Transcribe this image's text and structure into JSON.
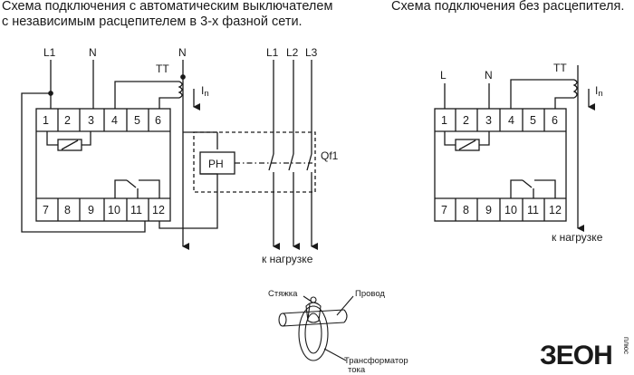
{
  "titles": {
    "left_line1": "Схема подключения с автоматическим выключателем",
    "left_line2": "с независимым расцепителем в 3-х фазной сети.",
    "right_line1": "Схема подключения без расцепителя."
  },
  "left_diagram": {
    "terminal_labels": [
      "L1",
      "N"
    ],
    "tt_label": "TT",
    "tt_neutral": "N",
    "current_label": "I",
    "current_sub": "n",
    "top_terminals": [
      "1",
      "2",
      "3",
      "4",
      "5",
      "6"
    ],
    "bottom_terminals": [
      "7",
      "8",
      "9",
      "10",
      "11",
      "12"
    ],
    "phase_labels": [
      "L1",
      "L2",
      "L3"
    ],
    "release_label": "РН",
    "breaker_label": "Qf1",
    "load_label": "к нагрузке"
  },
  "right_diagram": {
    "terminal_labels": [
      "L",
      "N"
    ],
    "tt_label": "TT",
    "current_label": "I",
    "current_sub": "n",
    "top_terminals": [
      "1",
      "2",
      "3",
      "4",
      "5",
      "6"
    ],
    "bottom_terminals": [
      "7",
      "8",
      "9",
      "10",
      "11",
      "12"
    ],
    "load_label": "к нагрузке"
  },
  "transformer_sketch": {
    "tie_label": "Стяжка",
    "wire_label": "Провод",
    "transformer_label_line1": "Трансформатор",
    "transformer_label_line2": "тока"
  },
  "logo": {
    "text": "ЗЕОН",
    "subtext": "плюс"
  },
  "colors": {
    "line": "#1a1a1a",
    "background": "#ffffff"
  }
}
